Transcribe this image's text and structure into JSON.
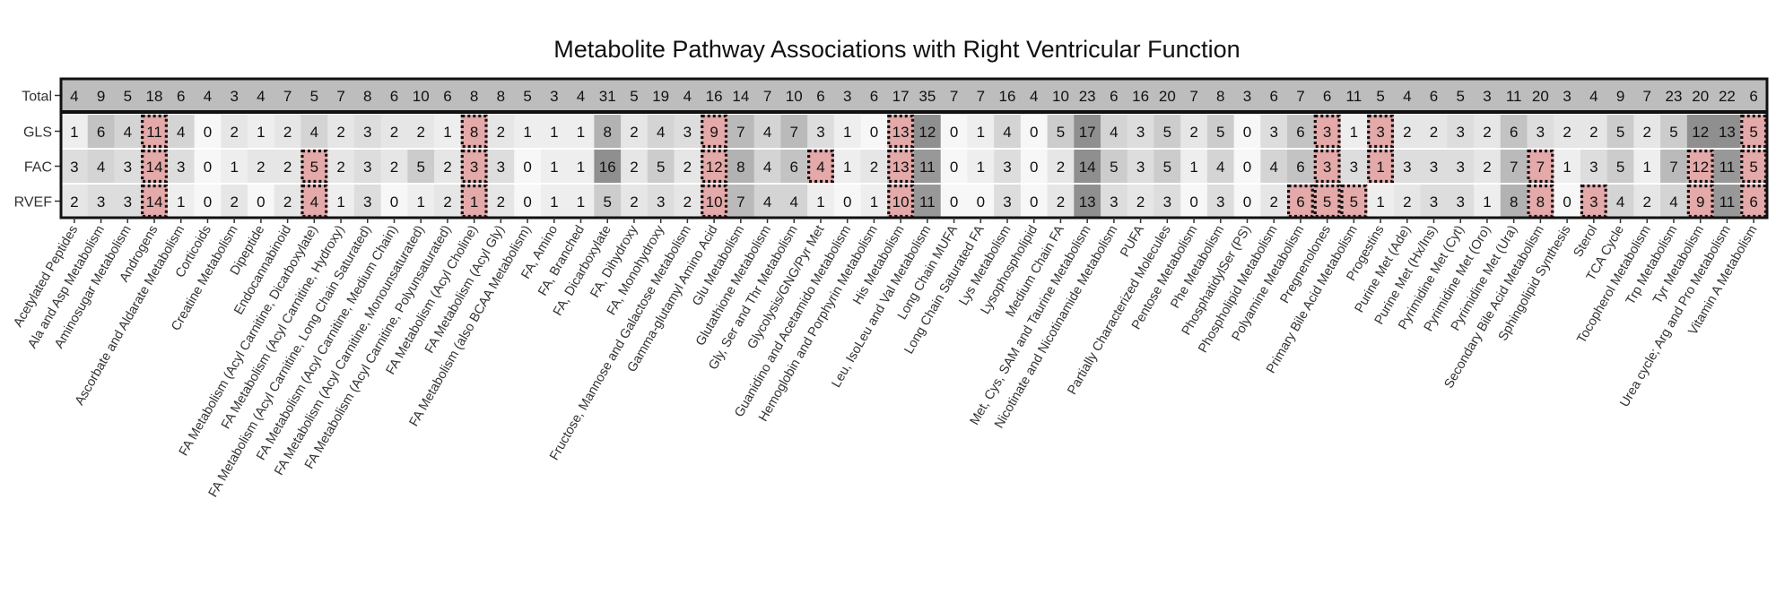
{
  "chart_data": {
    "type": "heatmap",
    "title": "Metabolite Pathway Associations with Right Ventricular Function",
    "rows": [
      "Total",
      "GLS",
      "FAC",
      "RVEF"
    ],
    "categories": [
      "Acetylated Peptides",
      "Ala and Asp Metabolism",
      "Aminosugar Metabolism",
      "Androgens",
      "Ascorbate and Aldarate Metabolism",
      "Corticoids",
      "Creatine Metabolism",
      "Dipeptide",
      "Endocannabinoid",
      "FA Metabolism (Acyl Carnitine, Dicarboxylate)",
      "FA Metabolism (Acyl Carnitine, Hydroxy)",
      "FA Metabolism (Acyl Carnitine, Long Chain Saturated)",
      "FA Metabolism (Acyl Carnitine, Medium Chain)",
      "FA Metabolism (Acyl Carnitine, Monounsaturated)",
      "FA Metabolism (Acyl Carnitine, Polyunsaturated)",
      "FA Metabolism (Acyl Choline)",
      "FA Metabolism (Acyl Gly)",
      "FA Metabolism (also BCAA Metabolism)",
      "FA, Amino",
      "FA, Branched",
      "FA, Dicarboxylate",
      "FA, Dihydroxy",
      "FA, Monohydroxy",
      "Fructose, Mannose and Galactose Metabolism",
      "Gamma-glutamyl Amino Acid",
      "Glu Metabolism",
      "Glutathione Metabolism",
      "Gly, Ser and Thr Metabolism",
      "Glycolysis/GNG/Pyr Met",
      "Guanidino and Acetamido Metabolism",
      "Hemoglobin and Porphyrin Metabolism",
      "His Metabolism",
      "Leu, IsoLeu and Val Metabolism",
      "Long Chain MUFA",
      "Long Chain Saturated FA",
      "Lys Metabolism",
      "Lysophospholipid",
      "Medium Chain FA",
      "Met, Cys, SAM and Taurine Metabolism",
      "Nicotinate and Nicotinamide Metabolism",
      "PUFA",
      "Partially Characterized Molecules",
      "Pentose Metabolism",
      "Phe Metabolism",
      "PhosphatidylSer (PS)",
      "Phospholipid Metabolism",
      "Polyamine Metabolism",
      "Pregnenolones",
      "Primary Bile Acid Metabolism",
      "Progestins",
      "Purine Met (Ade)",
      "Purine Met (Hx/Ins)",
      "Pyrimidine Met (Cyt)",
      "Pyrimidine Met (Oro)",
      "Pyrimidine Met (Ura)",
      "Secondary Bile Acid Metabolism",
      "Sphingolipid Synthesis",
      "Sterol",
      "TCA Cycle",
      "Tocopherol Metabolism",
      "Trp Metabolism",
      "Tyr Metabolism",
      "Urea cycle; Arg and Pro Metabolism",
      "Vitamin A Metabolism"
    ],
    "values": {
      "Total": [
        4,
        9,
        5,
        18,
        6,
        4,
        3,
        4,
        7,
        5,
        7,
        8,
        6,
        10,
        6,
        8,
        8,
        5,
        3,
        4,
        31,
        5,
        19,
        4,
        16,
        14,
        7,
        10,
        6,
        3,
        6,
        17,
        35,
        7,
        7,
        16,
        4,
        10,
        23,
        6,
        16,
        20,
        7,
        8,
        3,
        6,
        7,
        6,
        11,
        5,
        4,
        6,
        5,
        3,
        11,
        20,
        3,
        4,
        9,
        7,
        23,
        20,
        22,
        6
      ],
      "GLS": [
        1,
        6,
        4,
        11,
        4,
        0,
        2,
        1,
        2,
        4,
        2,
        3,
        2,
        2,
        1,
        8,
        2,
        1,
        1,
        1,
        8,
        2,
        4,
        3,
        9,
        7,
        4,
        7,
        3,
        1,
        0,
        13,
        12,
        0,
        1,
        4,
        0,
        5,
        17,
        4,
        3,
        5,
        2,
        5,
        0,
        3,
        6,
        3,
        1,
        3,
        2,
        2,
        3,
        2,
        6,
        3,
        2,
        2,
        5,
        2,
        5,
        12,
        13,
        5
      ],
      "FAC": [
        3,
        4,
        3,
        14,
        3,
        0,
        1,
        2,
        2,
        5,
        2,
        3,
        2,
        5,
        2,
        3,
        3,
        0,
        1,
        1,
        16,
        2,
        5,
        2,
        12,
        8,
        4,
        6,
        4,
        1,
        2,
        13,
        11,
        0,
        1,
        3,
        0,
        2,
        14,
        5,
        3,
        5,
        1,
        4,
        0,
        4,
        6,
        3,
        3,
        1,
        3,
        3,
        3,
        2,
        7,
        7,
        1,
        3,
        5,
        1,
        7,
        12,
        11,
        5
      ],
      "RVEF": [
        2,
        3,
        3,
        14,
        1,
        0,
        2,
        0,
        2,
        4,
        1,
        3,
        0,
        1,
        2,
        1,
        2,
        0,
        1,
        1,
        5,
        2,
        3,
        2,
        10,
        7,
        4,
        4,
        1,
        0,
        1,
        10,
        11,
        0,
        0,
        3,
        0,
        2,
        13,
        3,
        2,
        3,
        0,
        3,
        0,
        2,
        6,
        5,
        5,
        1,
        2,
        3,
        3,
        1,
        8,
        8,
        0,
        3,
        4,
        2,
        4,
        9,
        11,
        6
      ]
    },
    "highlighted": {
      "GLS": [
        "Androgens",
        "FA Metabolism (Acyl Choline)",
        "Gamma-glutamyl Amino Acid",
        "His Metabolism",
        "Pregnenolones",
        "Progestins",
        "Vitamin A Metabolism"
      ],
      "FAC": [
        "Androgens",
        "FA Metabolism (Acyl Carnitine, Dicarboxylate)",
        "FA Metabolism (Acyl Choline)",
        "Gamma-glutamyl Amino Acid",
        "Glycolysis/GNG/Pyr Met",
        "His Metabolism",
        "Pregnenolones",
        "Progestins",
        "Secondary Bile Acid Metabolism",
        "Tyr Metabolism",
        "Vitamin A Metabolism"
      ],
      "RVEF": [
        "Androgens",
        "FA Metabolism (Acyl Carnitine, Dicarboxylate)",
        "FA Metabolism (Acyl Choline)",
        "Gamma-glutamyl Amino Acid",
        "His Metabolism",
        "Polyamine Metabolism",
        "Pregnenolones",
        "Primary Bile Acid Metabolism",
        "Secondary Bile Acid Metabolism",
        "Sterol",
        "Tyr Metabolism",
        "Vitamin A Metabolism"
      ]
    },
    "colors": {
      "total_fill": "#bdbdbd",
      "cell_low": "#f7f7f7",
      "cell_high": "#8f8f8f",
      "highlight_fill": "#e4a9a9",
      "highlight_border": "#111111",
      "frame": "#111111"
    },
    "grid": false,
    "legend": "none"
  }
}
